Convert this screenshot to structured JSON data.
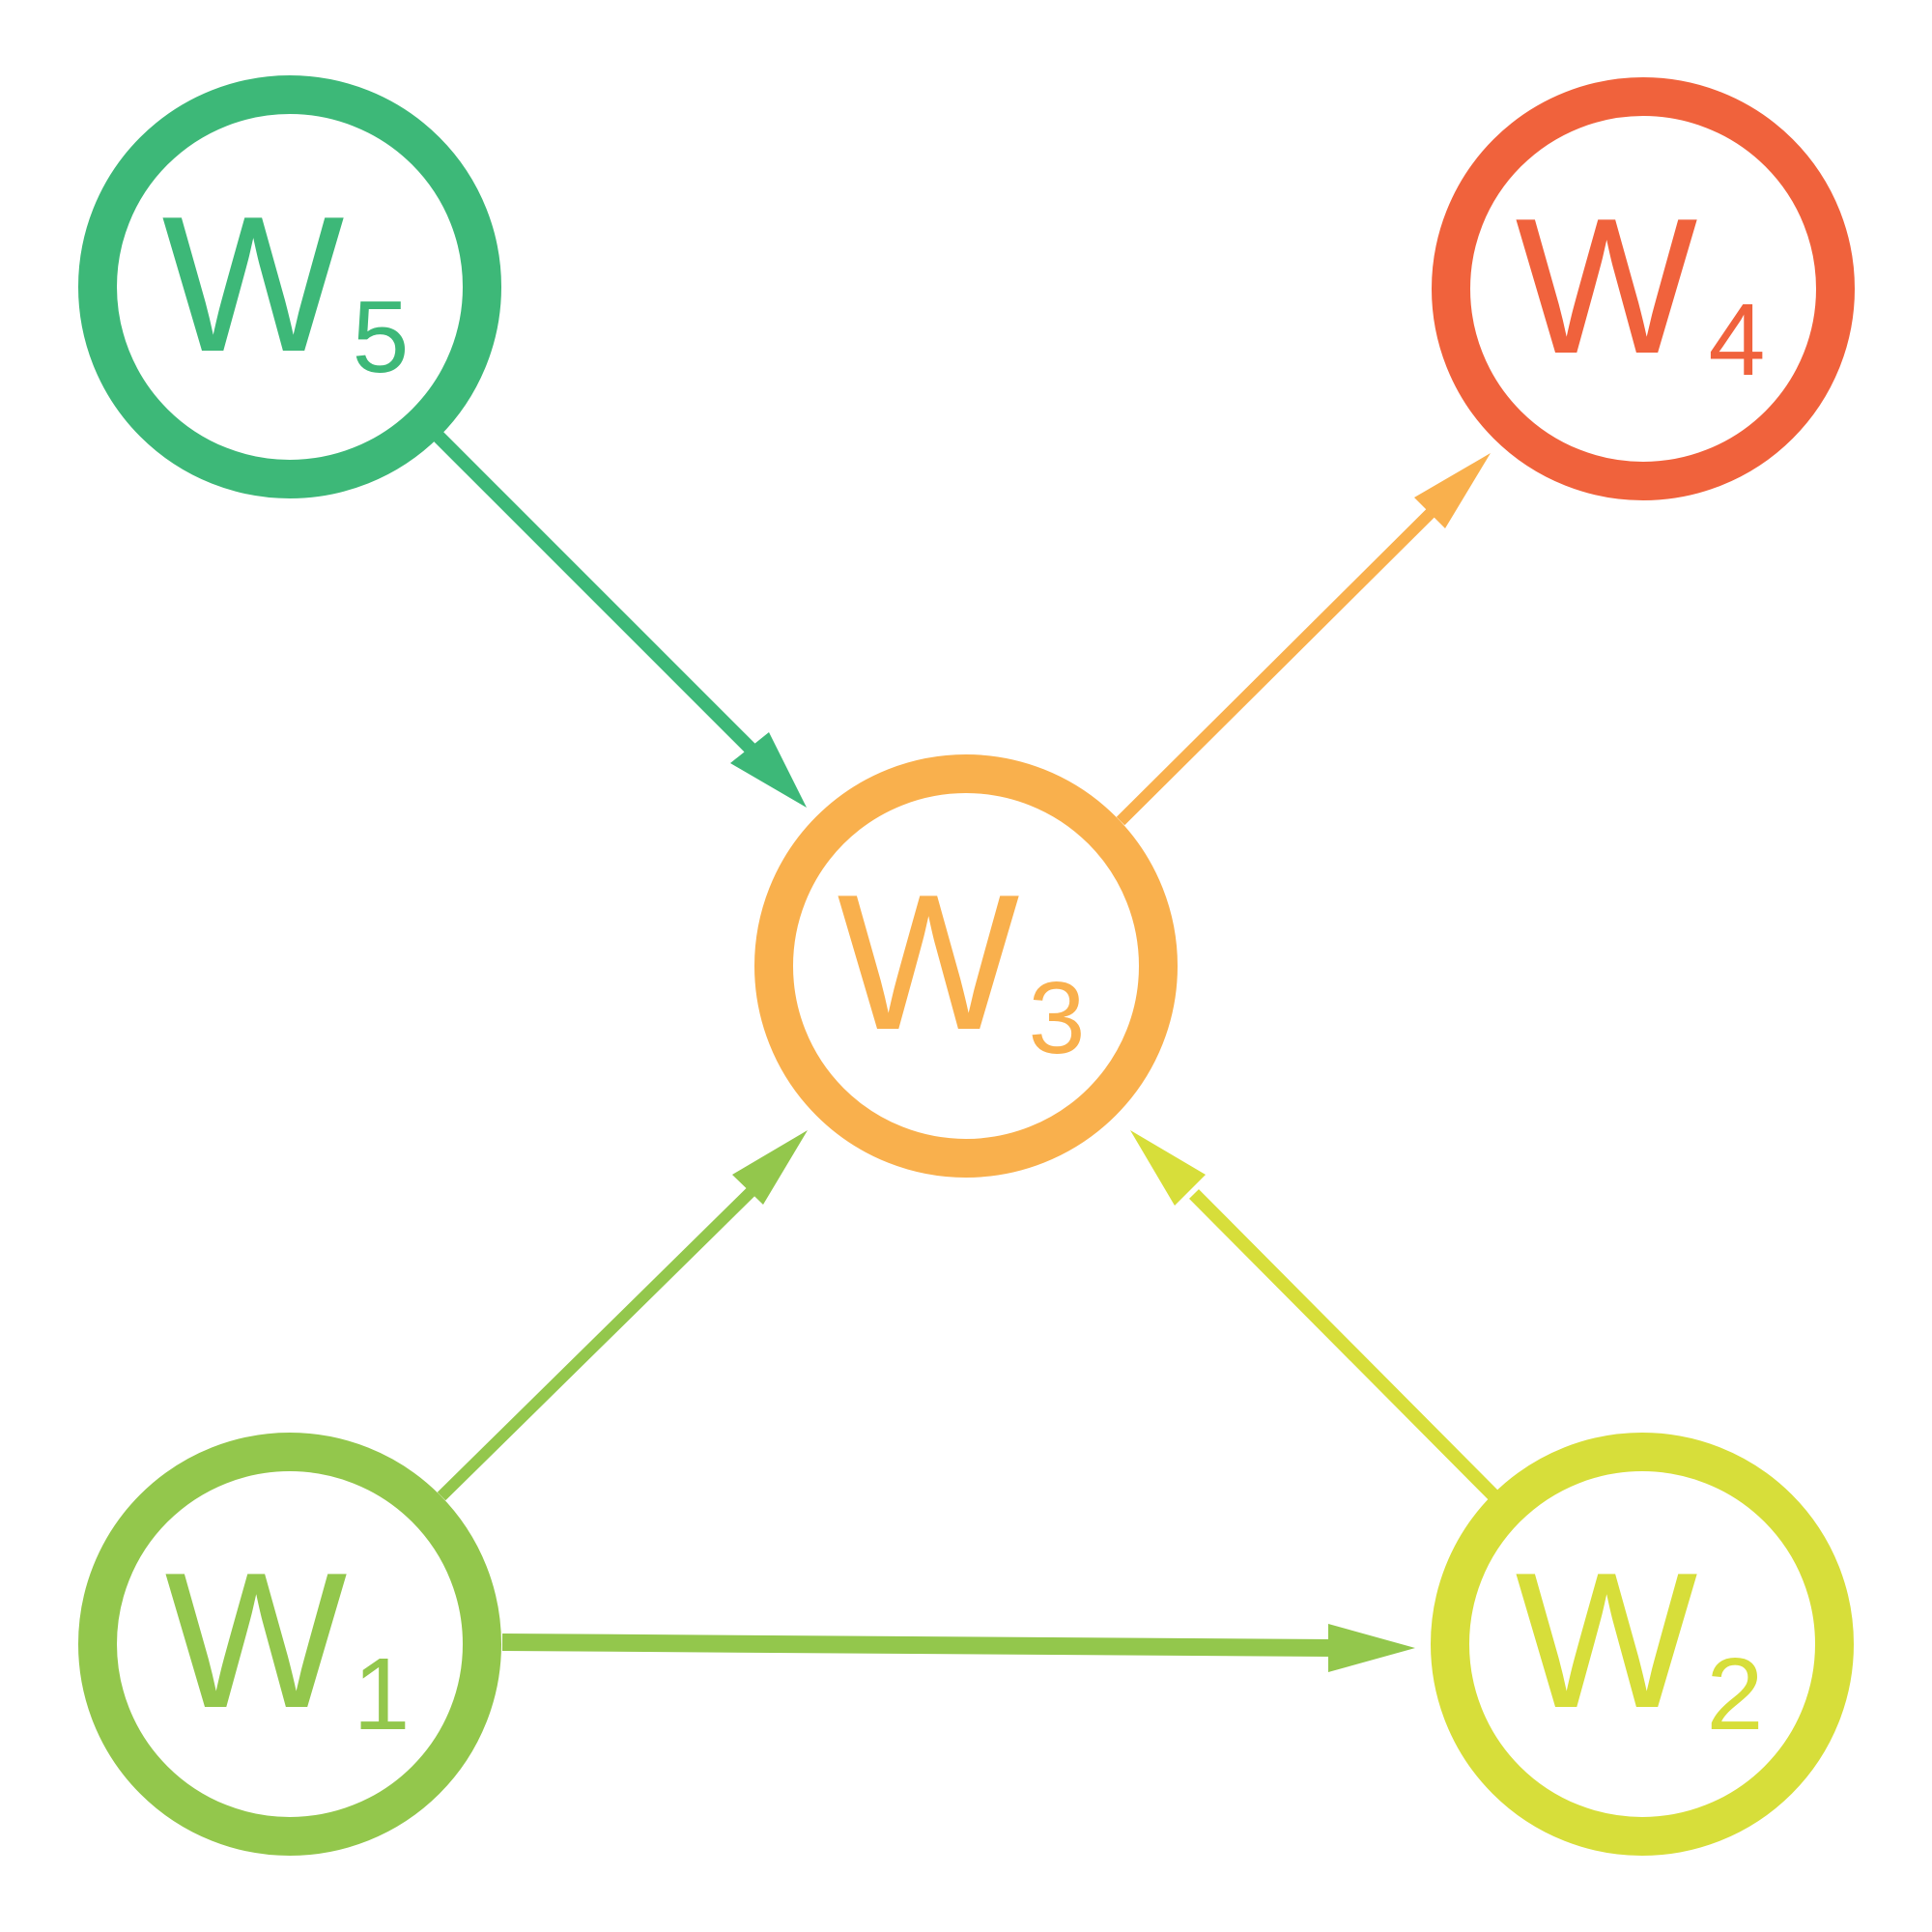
{
  "nodes": {
    "w5": {
      "letter": "W",
      "subscript": "5",
      "color": "#3db878"
    },
    "w4": {
      "letter": "W",
      "subscript": "4",
      "color": "#f0623c"
    },
    "w3": {
      "letter": "W",
      "subscript": "3",
      "color": "#f9b04d"
    },
    "w1": {
      "letter": "W",
      "subscript": "1",
      "color": "#93c74c"
    },
    "w2": {
      "letter": "W",
      "subscript": "2",
      "color": "#d7de3a"
    }
  },
  "edges": [
    {
      "from": "W5",
      "to": "W3",
      "color": "#3db878"
    },
    {
      "from": "W3",
      "to": "W4",
      "color": "#f9b04d"
    },
    {
      "from": "W1",
      "to": "W3",
      "color": "#93c74c"
    },
    {
      "from": "W2",
      "to": "W3",
      "color": "#d7de3a"
    },
    {
      "from": "W1",
      "to": "W2",
      "color": "#93c74c"
    }
  ]
}
